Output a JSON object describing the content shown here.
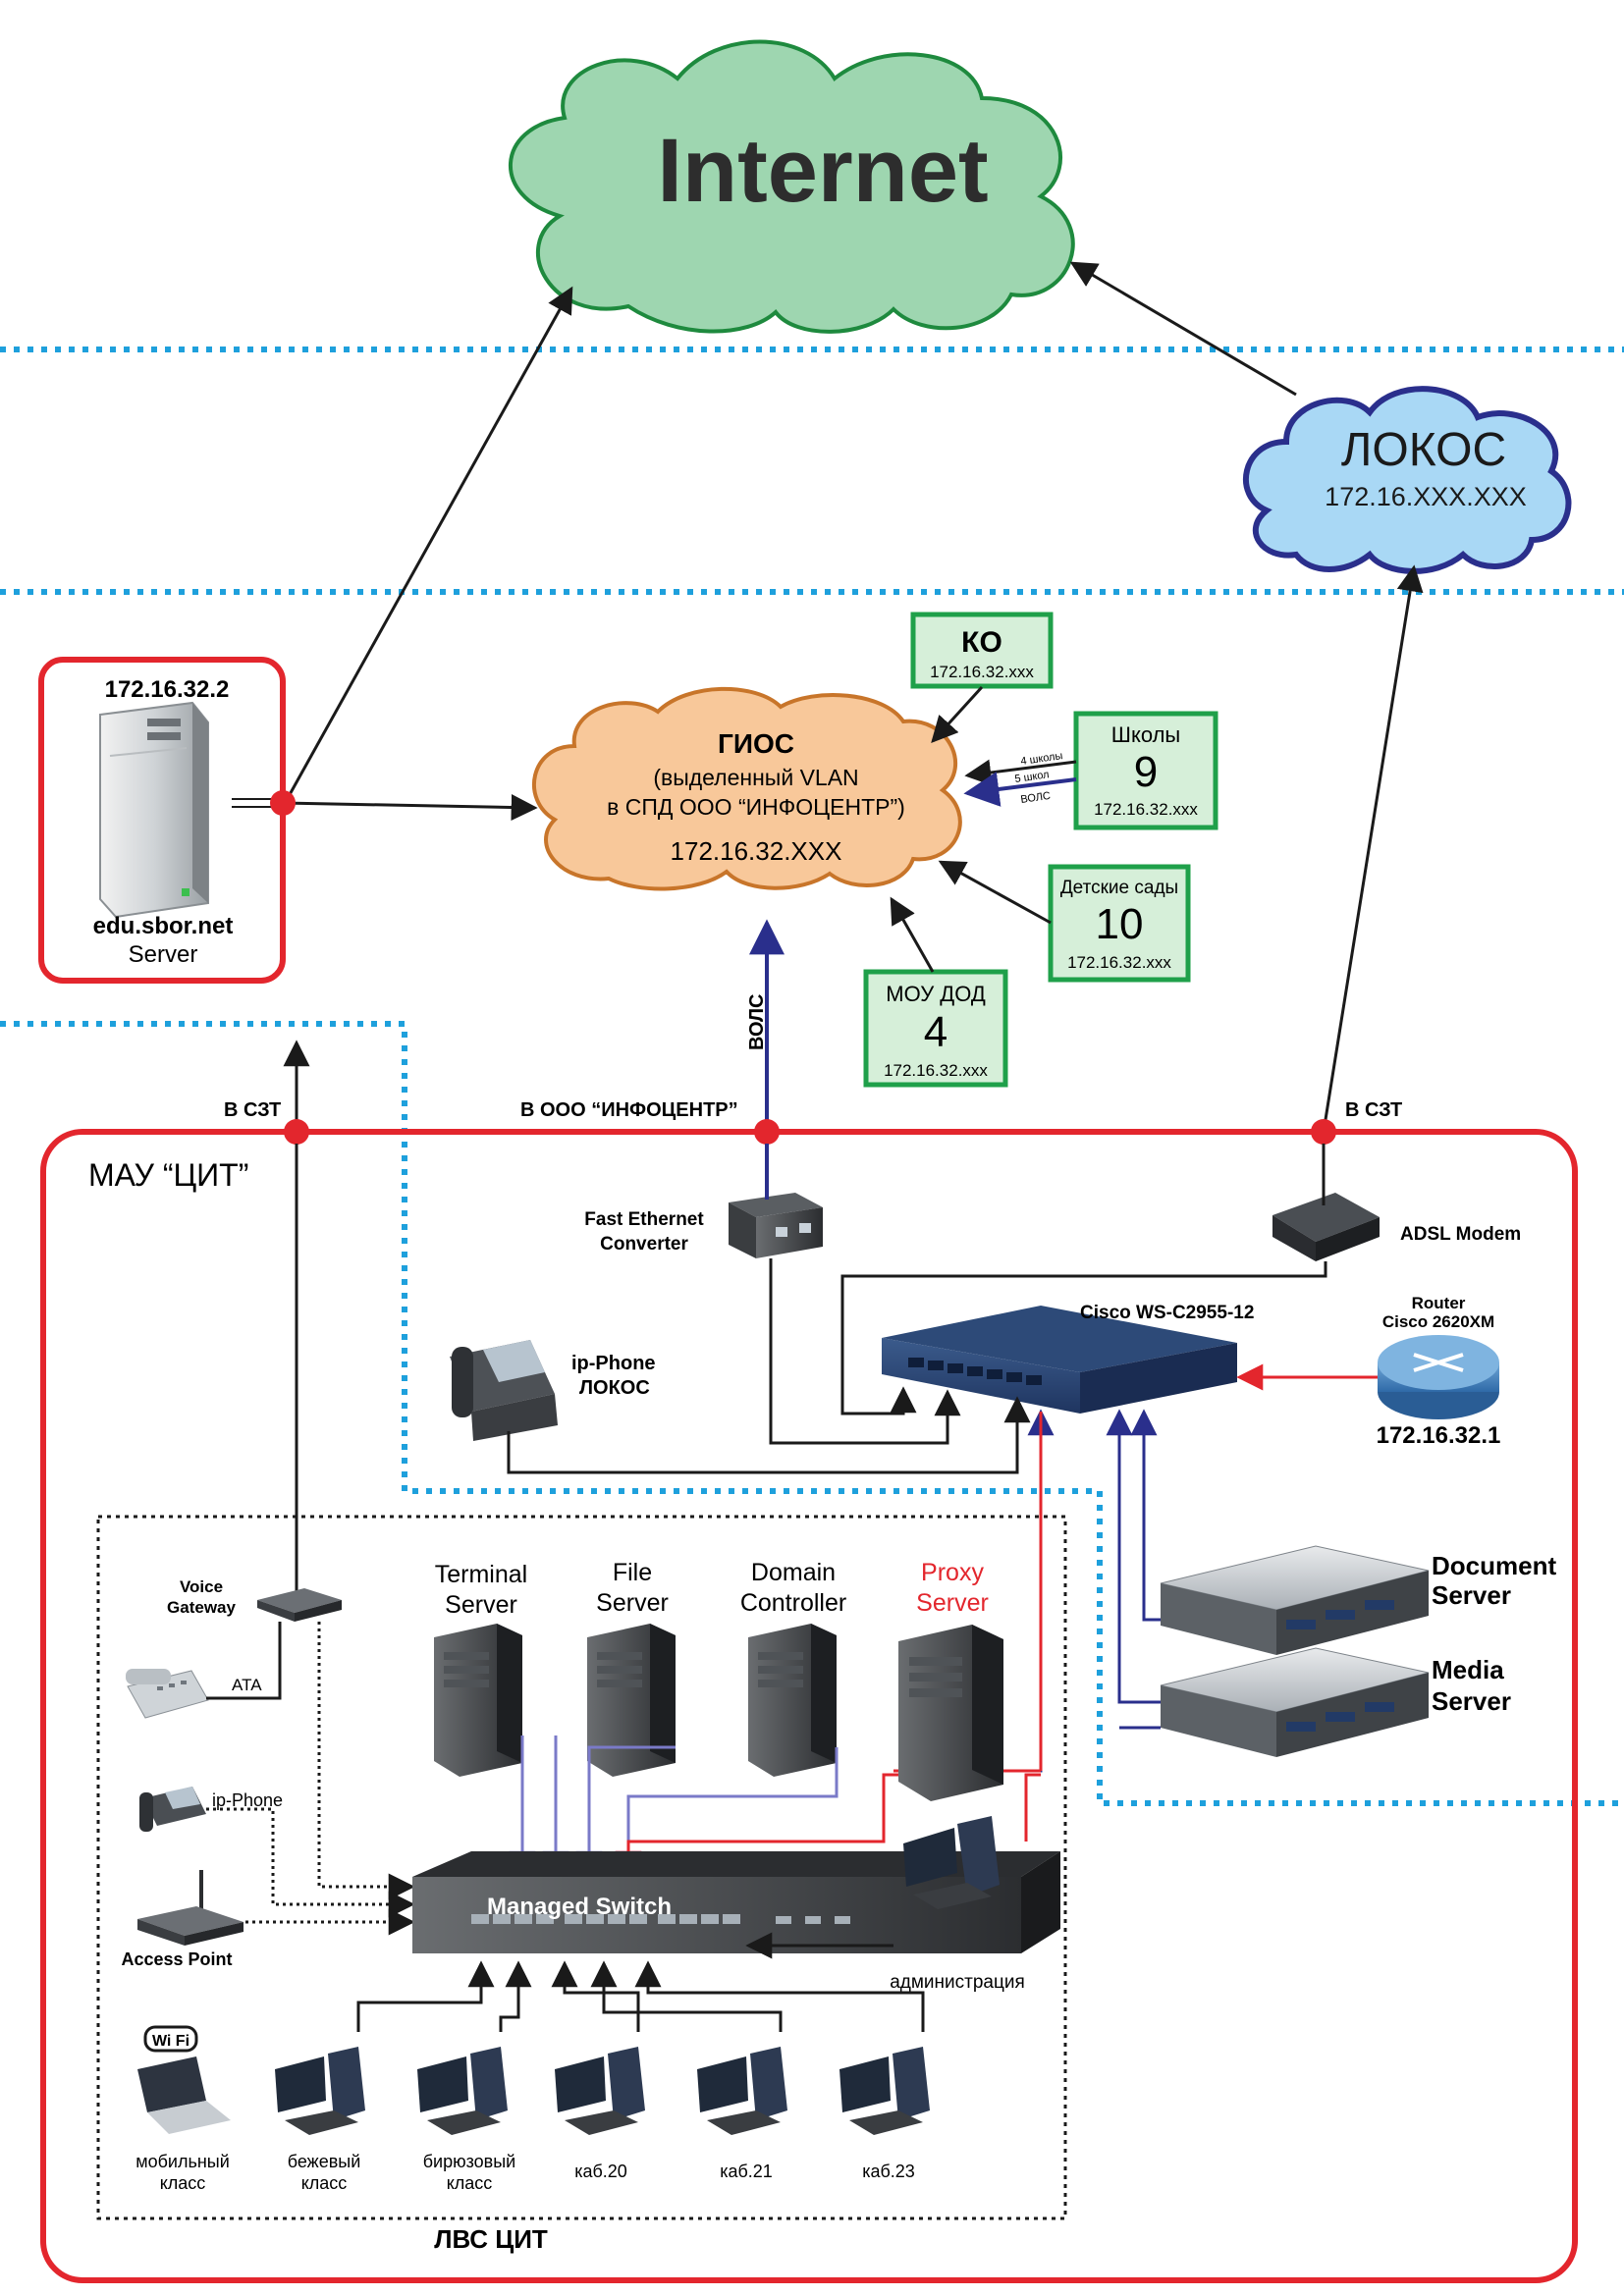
{
  "internet": {
    "label": "Internet"
  },
  "lokos": {
    "name": "ЛОКОС",
    "ip": "172.16.XXX.XXX"
  },
  "server": {
    "ip": "172.16.32.2",
    "name": "edu.sbor.net",
    "role": "Server"
  },
  "gios": {
    "title": "ГИОС",
    "line1": "(выделенный VLAN",
    "line2": "в СПД ООО “ИНФОЦЕНТР”)",
    "ip": "172.16.32.XXX"
  },
  "ko": {
    "title": "КО",
    "ip": "172.16.32.xxx"
  },
  "schools": {
    "title": "Школы",
    "count": "9",
    "ip": "172.16.32.xxx",
    "link_a": "4 школы",
    "link_b": "5 школ",
    "link_c": "ВОЛС"
  },
  "kindergartens": {
    "title": "Детские сады",
    "count": "10",
    "ip": "172.16.32.xxx"
  },
  "moudod": {
    "title": "МОУ ДОД",
    "count": "4",
    "ip": "172.16.32.xxx"
  },
  "links": {
    "vols": "ВОЛС",
    "szt_left": "В СЗТ",
    "infocenter": "В ООО “ИНФОЦЕНТР”",
    "szt_right": "В СЗТ"
  },
  "mau": {
    "title": "МАУ “ЦИТ”"
  },
  "devices": {
    "fe_converter": [
      "Fast Ethernet",
      "Converter"
    ],
    "adsl": "ADSL Modem",
    "cisco": "Cisco WS-C2955-12",
    "router": [
      "Router",
      "Cisco 2620XM"
    ],
    "router_ip": "172.16.32.1",
    "ipphone_lokos": [
      "ip-Phone",
      "ЛОКОС"
    ],
    "document_server": [
      "Document",
      "Server"
    ],
    "media_server": [
      "Media",
      "Server"
    ],
    "voice_gateway": [
      "Voice",
      "Gateway"
    ],
    "ata": "ATA",
    "ipphone": "ip-Phone",
    "access_point": "Access Point",
    "managed_switch": "Managed Switch",
    "admin": "администрация",
    "wifi": "Wi Fi"
  },
  "servers": [
    {
      "l1": "Terminal",
      "l2": "Server"
    },
    {
      "l1": "File",
      "l2": "Server"
    },
    {
      "l1": "Domain",
      "l2": "Controller"
    },
    {
      "l1": "Proxy",
      "l2": "Server"
    }
  ],
  "clients": [
    {
      "l1": "мобильный",
      "l2": "класс"
    },
    {
      "l1": "бежевый",
      "l2": "класс"
    },
    {
      "l1": "бирюзовый",
      "l2": "класс"
    },
    {
      "l1": "каб.20",
      "l2": ""
    },
    {
      "l1": "каб.21",
      "l2": ""
    },
    {
      "l1": "каб.23",
      "l2": ""
    }
  ],
  "lan": {
    "title": "ЛВС ЦИТ"
  },
  "colors": {
    "internet_fill": "#9ed6b0",
    "lokos_fill": "#a9d8f5",
    "gios_fill": "#f8c89a",
    "box_green": "#1fa04a",
    "box_fill": "#d6efd9",
    "red": "#e3262d",
    "blue_dots": "#1ea0dc",
    "navy": "#2a2f8c"
  }
}
